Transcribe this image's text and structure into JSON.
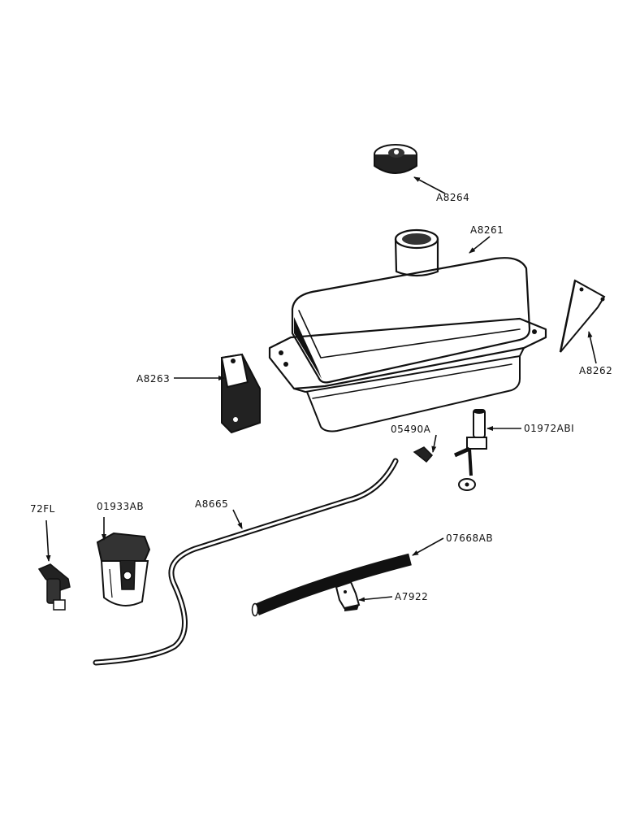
{
  "parts": {
    "cap": "A8264",
    "tank": "A8261",
    "right_bracket": "A8262",
    "left_bracket": "A8263",
    "plug": "05490A",
    "valve": "01972ABI",
    "fuel_line": "A8665",
    "elbow": "72FL",
    "filter": "01933AB",
    "hose": "07668AB",
    "clip": "A7922"
  },
  "colors": {
    "ink": "#111111",
    "paper": "#ffffff"
  }
}
